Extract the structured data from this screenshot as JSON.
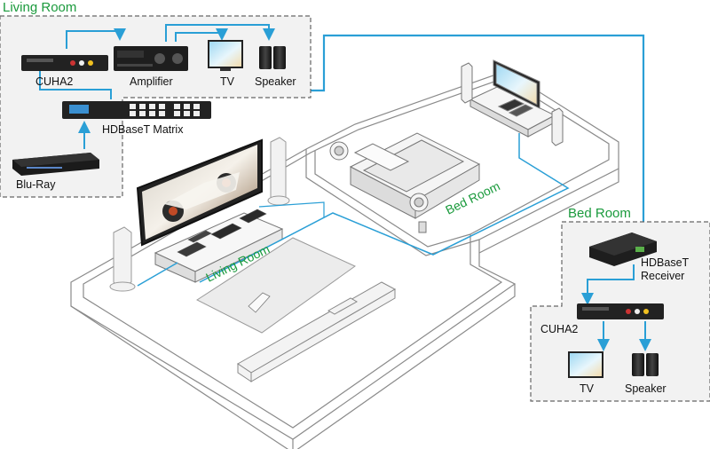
{
  "living_room_box": {
    "title": "Living Room",
    "devices": {
      "cuha2": "CUHA2",
      "amplifier": "Amplifier",
      "tv": "TV",
      "speaker": "Speaker",
      "matrix": "HDBaseT Matrix",
      "bluray": "Blu-Ray"
    }
  },
  "bed_room_box": {
    "title": "Bed Room",
    "devices": {
      "receiver_line1": "HDBaseT",
      "receiver_line2": "Receiver",
      "cuha2": "CUHA2",
      "tv": "TV",
      "speaker": "Speaker"
    }
  },
  "floorplan": {
    "living_room_label": "Living Room",
    "bed_room_label": "Bed Room"
  },
  "colors": {
    "accent_green": "#1a9a3c",
    "cable_blue": "#2a9fd6",
    "panel_bg": "#f2f2f2",
    "panel_border": "#666666",
    "device_dark": "#222222"
  }
}
